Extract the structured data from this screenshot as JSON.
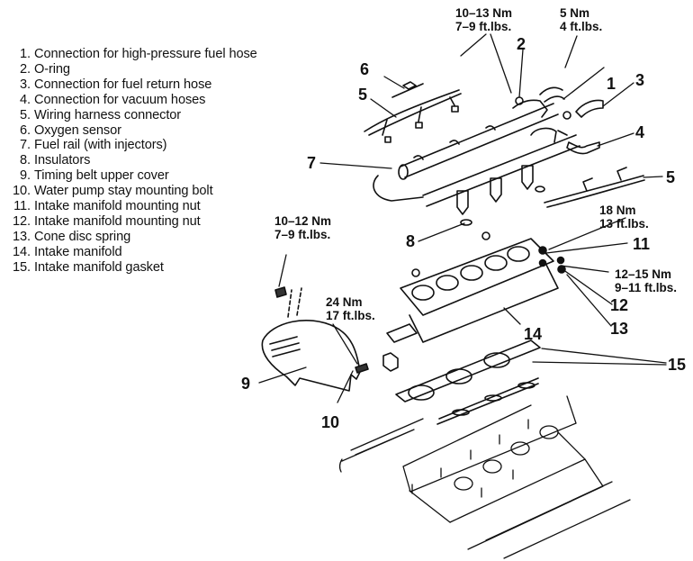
{
  "legend": [
    {
      "num": "1.",
      "text": "Connection for high-pressure fuel hose"
    },
    {
      "num": "2.",
      "text": "O-ring"
    },
    {
      "num": "3.",
      "text": "Connection for fuel return hose"
    },
    {
      "num": "4.",
      "text": "Connection for vacuum hoses"
    },
    {
      "num": "5.",
      "text": "Wiring harness connector"
    },
    {
      "num": "6.",
      "text": "Oxygen sensor"
    },
    {
      "num": "7.",
      "text": "Fuel rail (with injectors)"
    },
    {
      "num": "8.",
      "text": "Insulators"
    },
    {
      "num": "9.",
      "text": "Timing belt upper cover"
    },
    {
      "num": "10.",
      "text": "Water pump stay mounting bolt"
    },
    {
      "num": "11.",
      "text": "Intake manifold mounting nut"
    },
    {
      "num": "12.",
      "text": "Intake manifold mounting nut"
    },
    {
      "num": "13.",
      "text": "Cone disc spring"
    },
    {
      "num": "14.",
      "text": "Intake manifold"
    },
    {
      "num": "15.",
      "text": "Intake manifold gasket"
    }
  ],
  "callouts": {
    "c1": "1",
    "c2": "2",
    "c3": "3",
    "c4": "4",
    "c5a": "5",
    "c5b": "5",
    "c6": "6",
    "c7": "7",
    "c8": "8",
    "c9": "9",
    "c10": "10",
    "c11": "11",
    "c12": "12",
    "c13": "13",
    "c14": "14",
    "c15": "15"
  },
  "torque": {
    "fuel_rail_bolt": {
      "nm": "10–13 Nm",
      "ftlbs": "7–9 ft.lbs."
    },
    "high_pressure_fitting": {
      "nm": "5 Nm",
      "ftlbs": "4 ft.lbs."
    },
    "cover_bolt": {
      "nm": "10–12 Nm",
      "ftlbs": "7–9 ft.lbs."
    },
    "water_pump_stay_bolt": {
      "nm": "24 Nm",
      "ftlbs": "17 ft.lbs."
    },
    "manifold_nut_11": {
      "nm": "18 Nm",
      "ftlbs": "13 ft.lbs."
    },
    "manifold_nut_12": {
      "nm": "12–15 Nm",
      "ftlbs": "9–11 ft.lbs."
    }
  }
}
